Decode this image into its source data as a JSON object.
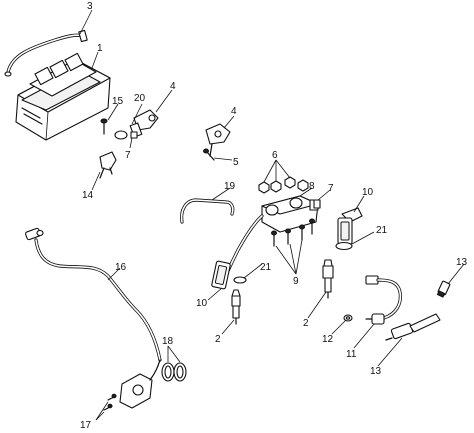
{
  "diagram": {
    "callouts": {
      "c1": "1",
      "c2a": "2",
      "c2b": "2",
      "c3": "3",
      "c4a": "4",
      "c4b": "4",
      "c5": "5",
      "c6": "6",
      "c7a": "7",
      "c7b": "7",
      "c8": "8",
      "c9": "9",
      "c10a": "10",
      "c10b": "10",
      "c11": "11",
      "c12": "12",
      "c13a": "13",
      "c13b": "13",
      "c14": "14",
      "c15": "15",
      "c16": "16",
      "c17": "17",
      "c18": "18",
      "c19": "19",
      "c20": "20",
      "c21a": "21",
      "c21b": "21"
    }
  }
}
